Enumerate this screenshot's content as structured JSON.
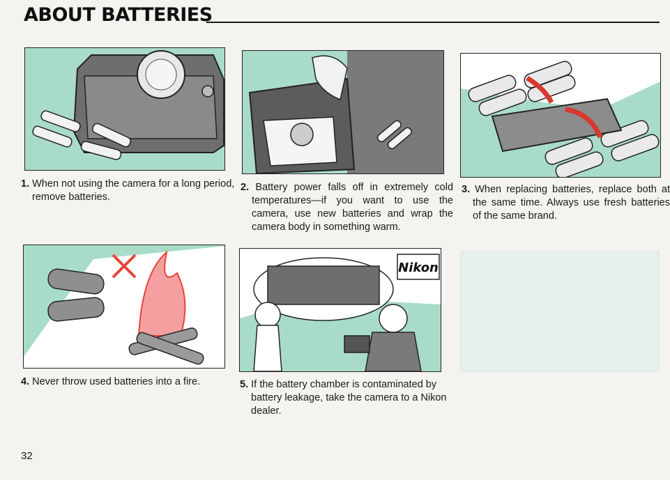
{
  "page": {
    "title": "ABOUT BATTERIES",
    "page_number": "32"
  },
  "colors": {
    "panel_green": "#a9dcc8",
    "fire_red": "#e8443a",
    "outline": "#222222"
  },
  "steps": [
    {
      "number": "1.",
      "text": "When not using the camera for a long period, remove batteries."
    },
    {
      "number": "2.",
      "text": "Battery power falls off in extremely cold temperatures—if you want to use the camera, use new batteries and wrap the camera body in something warm."
    },
    {
      "number": "3.",
      "text": "When replacing batteries, replace both at the same time. Always use fresh batteries of the same brand."
    },
    {
      "number": "4.",
      "text": "Never throw used batteries into a fire."
    },
    {
      "number": "5.",
      "text": "If the battery chamber is contaminated by battery leakage, take the camera to a Nikon dealer."
    }
  ],
  "illustrations": {
    "panel5_logo": "Nikon"
  }
}
